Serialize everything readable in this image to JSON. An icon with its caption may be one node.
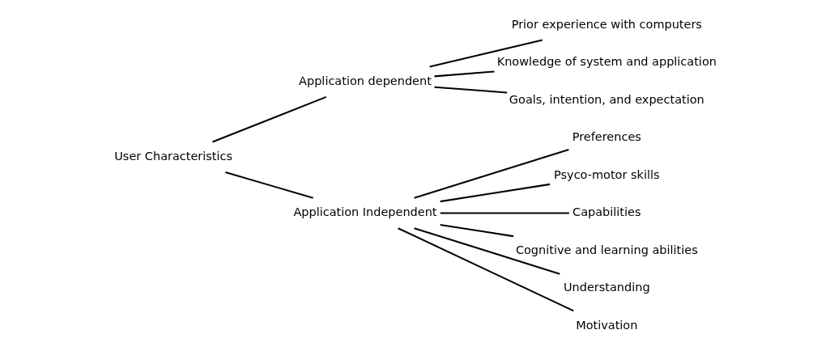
{
  "diagram": {
    "nodes": [
      {
        "text": [
          "User Characteristics"
        ]
      },
      {
        "text": [
          "Application dependent"
        ]
      },
      {
        "text": [
          "Prior experience with computers"
        ]
      },
      {
        "text": [
          "Knowledge of system and application"
        ]
      },
      {
        "text": [
          "Goals, intention, and expectation"
        ]
      },
      {
        "text": [
          "Application Independent"
        ]
      },
      {
        "text": [
          "Preferences"
        ]
      },
      {
        "text": [
          "Psyco-motor skills"
        ]
      },
      {
        "text": [
          "Capabilities"
        ]
      },
      {
        "text": [
          "Cognitive and learning abilities"
        ]
      },
      {
        "text": [
          "Understanding"
        ]
      },
      {
        "text": [
          "Motivation"
        ]
      }
    ],
    "edges": [
      {
        "from": 0,
        "to": 1,
        "arrow": "none"
      },
      {
        "from": 0,
        "to": 5,
        "arrow": "none"
      },
      {
        "from": 1,
        "to": 2,
        "arrow": "none"
      },
      {
        "from": 1,
        "to": 3,
        "arrow": "none"
      },
      {
        "from": 1,
        "to": 4,
        "arrow": "none"
      },
      {
        "from": 5,
        "to": 6,
        "arrow": "none"
      },
      {
        "from": 5,
        "to": 7,
        "arrow": "none"
      },
      {
        "from": 5,
        "to": 8,
        "arrow": "none"
      },
      {
        "from": 5,
        "to": 9,
        "arrow": "none"
      },
      {
        "from": 5,
        "to": 10,
        "arrow": "none"
      },
      {
        "from": 5,
        "to": 11,
        "arrow": "none"
      }
    ]
  }
}
